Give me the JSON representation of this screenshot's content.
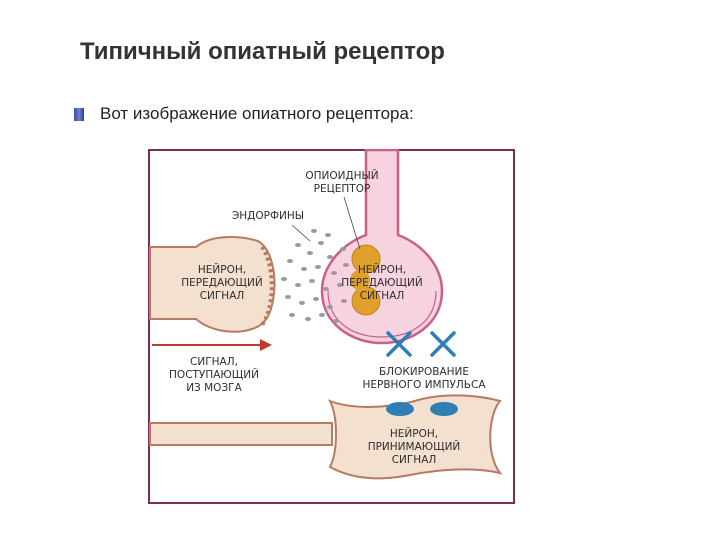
{
  "slide": {
    "title": "Типичный опиатный рецептор",
    "bullet": "Вот изображение опиатного рецептора:"
  },
  "diagram": {
    "labels": {
      "opioid_receptor_1": "ОПИОИДНЫЙ",
      "opioid_receptor_2": "РЕЦЕПТОР",
      "endorphins": "ЭНДОРФИНЫ",
      "sending_neuron_left_1": "НЕЙРОН,",
      "sending_neuron_left_2": "ПЕРЕДАЮЩИЙ",
      "sending_neuron_left_3": "СИГНАЛ",
      "sending_neuron_right_1": "НЕЙРОН,",
      "sending_neuron_right_2": "ПЕРЕДАЮЩИЙ",
      "sending_neuron_right_3": "СИГНАЛ",
      "brain_signal_1": "СИГНАЛ,",
      "brain_signal_2": "ПОСТУПАЮЩИЙ",
      "brain_signal_3": "ИЗ МОЗГА",
      "blocking_1": "БЛОКИРОВАНИЕ",
      "blocking_2": "НЕРВНОГО ИМПУЛЬСА",
      "receiving_neuron_1": "НЕЙРОН,",
      "receiving_neuron_2": "ПРИНИМАЮЩИЙ",
      "receiving_neuron_3": "СИГНАЛ"
    },
    "colors": {
      "frame": "#7a2c5a",
      "neuron_fill": "#f3e0cf",
      "neuron_outline": "#b77a62",
      "upper_neuron_fill": "#f7d2df",
      "upper_neuron_outline": "#c8608a",
      "receptor": "#e0a02c",
      "blocker": "#2f7fb4",
      "signal_arrow": "#c0392b",
      "endorphin_dot": "#9a9a9a"
    }
  }
}
